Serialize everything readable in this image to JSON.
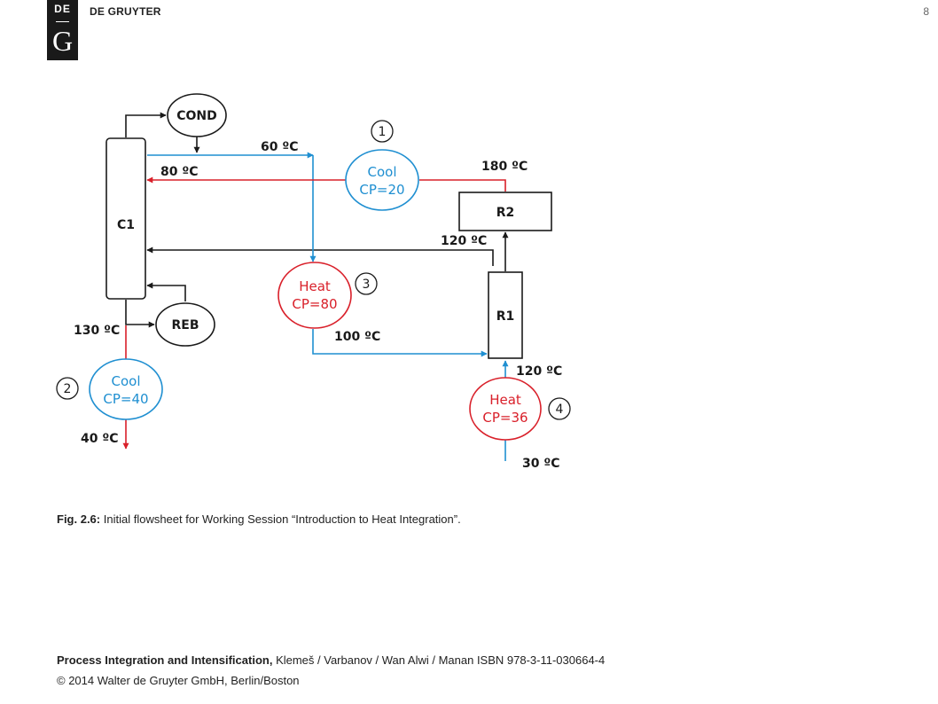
{
  "header": {
    "logo_top": "DE",
    "logo_bottom": "G",
    "publisher": "DE GRUYTER",
    "page_number": "8"
  },
  "diagram": {
    "units": {
      "cond": "COND",
      "c1": "C1",
      "reb": "REB",
      "r1": "R1",
      "r2": "R2"
    },
    "exchangers": {
      "cool1_line1": "Cool",
      "cool1_line2": "CP=20",
      "cool2_line1": "Cool",
      "cool2_line2": "CP=40",
      "heat3_line1": "Heat",
      "heat3_line2": "CP=80",
      "heat4_line1": "Heat",
      "heat4_line2": "CP=36"
    },
    "badges": {
      "n1": "1",
      "n2": "2",
      "n3": "3",
      "n4": "4"
    },
    "temperatures": {
      "t60": "60 ºC",
      "t80": "80 ºC",
      "t180": "180 ºC",
      "t120_top": "120 ºC",
      "t130": "130 ºC",
      "t100": "100 ºC",
      "t120_bottom": "120 ºC",
      "t40": "40 ºC",
      "t30": "30 ºC"
    },
    "colors": {
      "cold_stream": "#1f8fd1",
      "hot_stream": "#d9202a",
      "process_stream": "#1a1a1a"
    }
  },
  "caption": {
    "label": "Fig. 2.6:",
    "text": "Initial flowsheet for Working Session “Introduction to Heat Integration”."
  },
  "footer": {
    "book_title": "Process Integration and Intensification,",
    "book_details": "Klemeš / Varbanov / Wan Alwi / Manan ISBN 978-3-11-030664-4",
    "copyright": "© 2014 Walter de Gruyter GmbH, Berlin/Boston"
  }
}
